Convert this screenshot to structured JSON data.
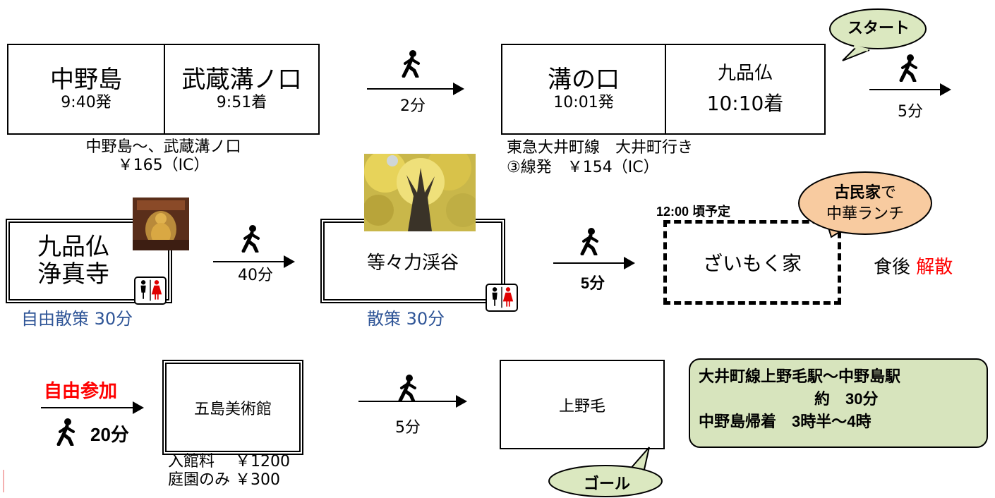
{
  "row1": {
    "box1": {
      "station_a": "中野島",
      "time_a": "9:40発",
      "station_b": "武蔵溝ノ口",
      "time_b": "9:51着"
    },
    "fare1": {
      "line1": "中野島～、武蔵溝ノ口",
      "line2": "￥165（IC）"
    },
    "walk1": "2分",
    "box2": {
      "station_a": "溝の口",
      "time_a": "10:01発",
      "station_b": "九品仏",
      "time_b": "10:10着"
    },
    "fare2": {
      "line1": "東急大井町線　大井町行き",
      "line2": "③線発　￥154（IC）"
    },
    "start_bubble": "スタート",
    "walk2": "5分"
  },
  "row2": {
    "temple": {
      "line1": "九品仏",
      "line2": "浄真寺",
      "note": "自由散策 30分"
    },
    "walk3": "40分",
    "valley": {
      "name": "等々力渓谷",
      "note": "散策 30分"
    },
    "walk4": "5分",
    "lunch_time": "12:00 頃予定",
    "restaurant": "ざいもく家",
    "lunch_bubble": {
      "bold": "古民家",
      "rest": "で",
      "line2": "中華ランチ"
    },
    "after": {
      "prefix": "食後",
      "accent": "解散"
    }
  },
  "row3": {
    "optional": "自由参加",
    "walk5": "20分",
    "museum": {
      "name": "五島美術館",
      "fee1": "入館料　 ￥1200",
      "fee2": "庭園のみ ￥300"
    },
    "walk6": "5分",
    "goal_station": "上野毛",
    "goal_bubble": "ゴール",
    "info": {
      "line1": "大井町線上野毛駅～中野島駅",
      "line2": "約　30分",
      "line3": "中野島帰着　3時半～4時"
    }
  },
  "icons": [
    "walking-person-icon",
    "restroom-icon",
    "buddha-photo",
    "ginkgo-tree-photo"
  ],
  "colors": {
    "accent_red": "#ff0000",
    "note_blue": "#2f5597",
    "bubble_green": "#dbe8c0",
    "bubble_peach": "#f8cba0",
    "info_green": "#d7e4bd"
  }
}
